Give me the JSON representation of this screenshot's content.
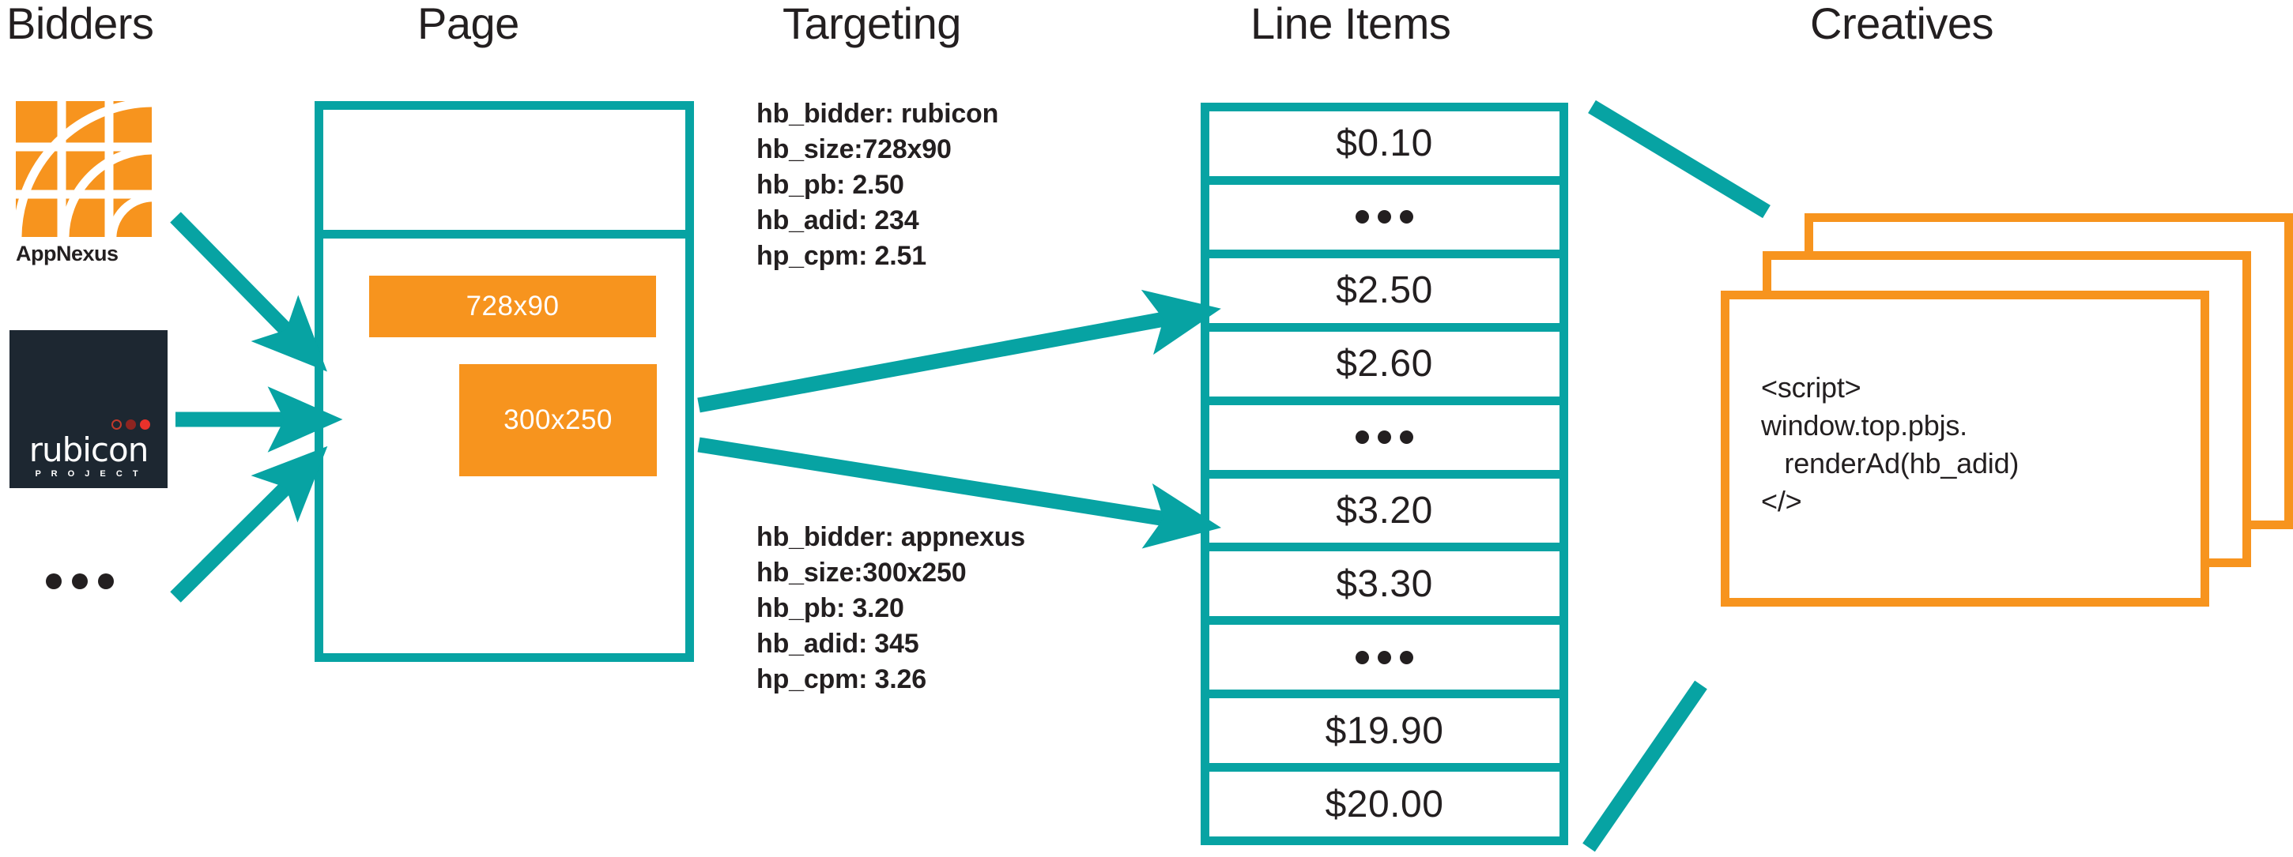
{
  "columns": {
    "bidders": "Bidders",
    "page": "Page",
    "targeting": "Targeting",
    "line_items": "Line Items",
    "creatives": "Creatives"
  },
  "colors": {
    "teal": "#07a3a3",
    "orange": "#f7941e",
    "dark": "#231f20",
    "rubicon_bg": "#1d2731",
    "white": "#ffffff"
  },
  "bidders": {
    "appnexus": {
      "name": "AppNexus",
      "logo": "appnexus-logo"
    },
    "rubicon": {
      "name": "rubicon",
      "sub": "P R O J E C T",
      "logo": "rubicon-project-logo"
    },
    "more": "..."
  },
  "page": {
    "ad_slots": [
      {
        "label": "728x90"
      },
      {
        "label": "300x250"
      }
    ]
  },
  "targeting": [
    {
      "lines": [
        "hb_bidder: rubicon",
        "hb_size:728x90",
        "hb_pb: 2.50",
        "hb_adid: 234",
        "hp_cpm: 2.51"
      ]
    },
    {
      "lines": [
        "hb_bidder: appnexus",
        "hb_size:300x250",
        "hb_pb: 3.20",
        "hb_adid: 345",
        "hp_cpm: 3.26"
      ]
    }
  ],
  "line_items": [
    {
      "type": "value",
      "label": "$0.10"
    },
    {
      "type": "ellipsis",
      "label": "..."
    },
    {
      "type": "value",
      "label": "$2.50"
    },
    {
      "type": "value",
      "label": "$2.60"
    },
    {
      "type": "ellipsis",
      "label": "..."
    },
    {
      "type": "value",
      "label": "$3.20"
    },
    {
      "type": "value",
      "label": "$3.30"
    },
    {
      "type": "ellipsis",
      "label": "..."
    },
    {
      "type": "value",
      "label": "$19.90"
    },
    {
      "type": "value",
      "label": "$20.00"
    }
  ],
  "creatives": {
    "code": "<script>\nwindow.top.pbjs.\n   renderAd(hb_adid)\n</>",
    "card_count": 3
  }
}
